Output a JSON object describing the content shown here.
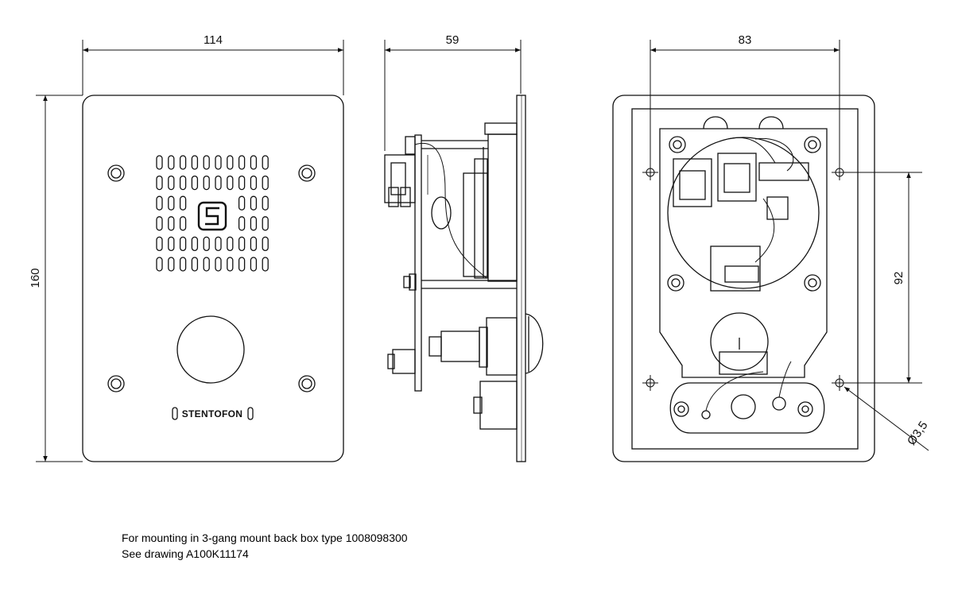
{
  "dimensions": {
    "front_width": "114",
    "front_height": "160",
    "side_depth": "59",
    "back_hole_spacing_h": "83",
    "back_hole_spacing_v": "92",
    "hole_diameter": "Ø3,5"
  },
  "front_panel": {
    "brand_label": "STENTOFON"
  },
  "notes": [
    "For mounting in 3-gang mount back box type 1008098300",
    "See drawing A100K11174"
  ],
  "colors": {
    "line": "#111111",
    "panel_fill": "#ffffff"
  }
}
